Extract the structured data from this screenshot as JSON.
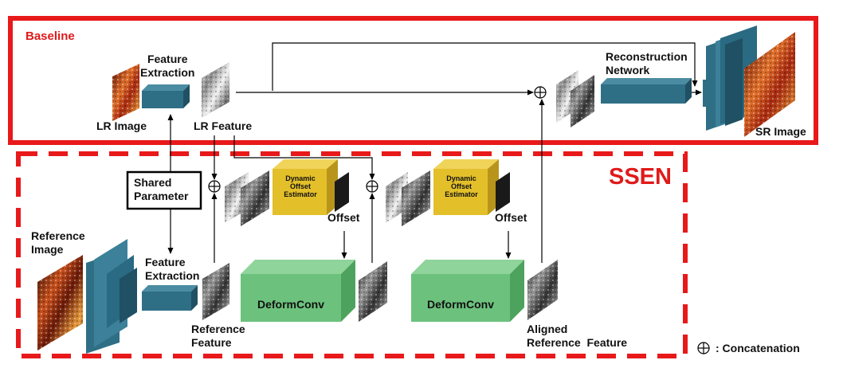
{
  "sections": {
    "baseline": "Baseline",
    "ssen": "SSEN"
  },
  "labels": {
    "lr_image": "LR Image",
    "feature_extraction_top": "Feature\nExtraction",
    "lr_feature": "LR Feature",
    "reconstruction_network": "Reconstruction\nNetwork",
    "sr_image": "SR Image",
    "shared_parameter": "Shared\nParameter",
    "reference_image": "Reference\nImage",
    "feature_extraction_bottom": "Feature\nExtraction",
    "reference_feature": "Reference\nFeature",
    "dynamic_offset_estimator": "Dynamic\nOffset\nEstimator",
    "offset": "Offset",
    "deformconv": "DeformConv",
    "aligned_reference_feature": "Aligned\nReference  Feature"
  },
  "legend": {
    "concatenation": ": Concatenation"
  },
  "colors": {
    "frame_red": "#e8191a",
    "block_teal": "#2f6f86",
    "estimator_yellow": "#e3bf2a",
    "deformconv_green": "#6cc27d"
  }
}
